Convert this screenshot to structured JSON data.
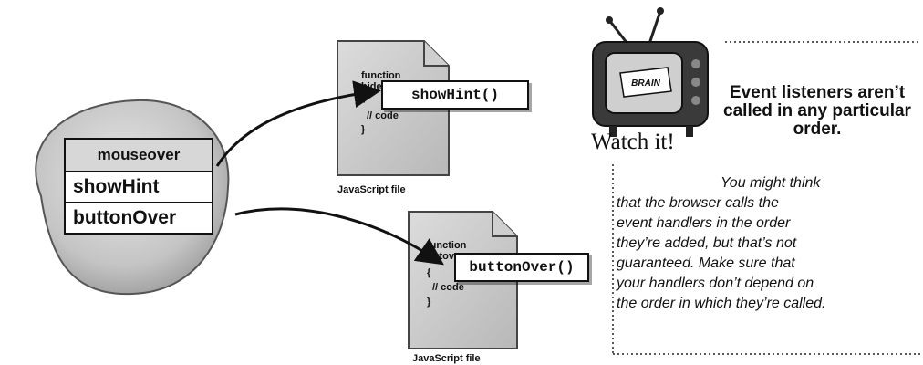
{
  "diagram": {
    "element_box": {
      "event": "mouseover",
      "handlers": [
        "showHint",
        "buttonOver"
      ]
    },
    "files": [
      {
        "snippet_lines": [
          "function",
          "hide",
          "{",
          "// code",
          "}"
        ],
        "label": "showHint()",
        "caption": "JavaScript file"
      },
      {
        "snippet_lines": [
          "function",
          "butov",
          "{",
          "// code",
          "}"
        ],
        "label": "buttonOver()",
        "caption": "JavaScript file"
      }
    ],
    "watch_it": {
      "label": "Watch it!",
      "tv_sign": "BRAIN",
      "title": "Event listeners aren’t called in any particular order.",
      "body_lines": [
        "You might think",
        "that the browser calls the",
        "event handlers in the order",
        "they’re added, but that’s not",
        "guaranteed. Make sure that",
        "your handlers don’t depend on",
        "the order in which they’re called."
      ]
    }
  }
}
